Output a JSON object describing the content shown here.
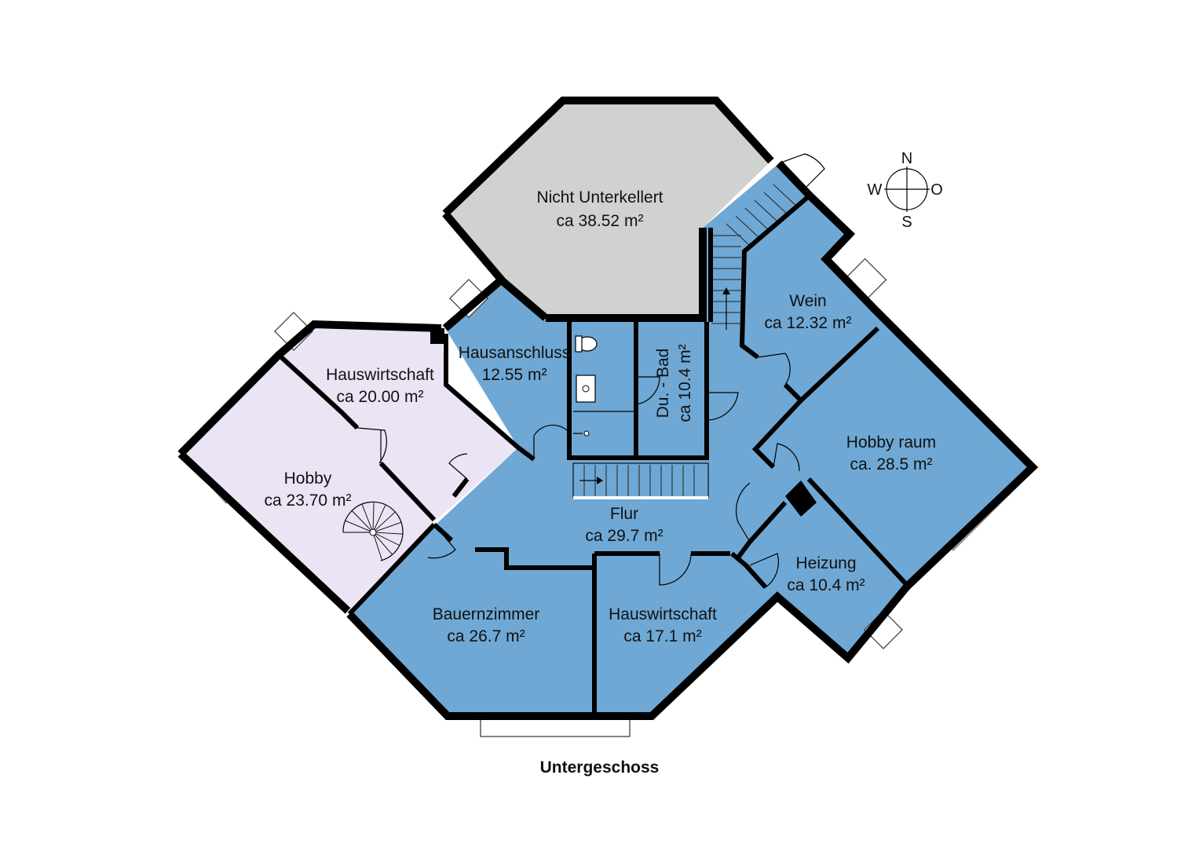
{
  "plan": {
    "caption": "Untergeschoss",
    "colors": {
      "heated": "#6fa8d4",
      "lavender": "#ebe4f4",
      "unexcavated": "#d0d2d0",
      "wall": "#000000"
    },
    "rooms": [
      {
        "id": "nicht-unterkellert",
        "name": "Nicht Unterkellert",
        "area": "ca 38.52 m²"
      },
      {
        "id": "hausanschluss",
        "name": "Hausanschluss",
        "area": "12.55 m²"
      },
      {
        "id": "du-bad",
        "name": "Du. - Bad",
        "area": "ca 10.4 m²"
      },
      {
        "id": "wein",
        "name": "Wein",
        "area": "ca 12.32 m²"
      },
      {
        "id": "hauswirtschaft-west",
        "name": "Hauswirtschaft",
        "area": "ca 20.00 m²"
      },
      {
        "id": "hobby",
        "name": "Hobby",
        "area": "ca 23.70 m²"
      },
      {
        "id": "hobby-raum",
        "name": "Hobby raum",
        "area": "ca. 28.5 m²"
      },
      {
        "id": "flur",
        "name": "Flur",
        "area": "ca 29.7 m²"
      },
      {
        "id": "heizung",
        "name": "Heizung",
        "area": "ca 10.4 m²"
      },
      {
        "id": "bauernzimmer",
        "name": "Bauernzimmer",
        "area": "ca 26.7 m²"
      },
      {
        "id": "hauswirtschaft-sued",
        "name": "Hauswirtschaft",
        "area": "ca 17.1 m²"
      }
    ],
    "compass": {
      "north": "N",
      "south": "S",
      "east": "O",
      "west": "W"
    }
  }
}
